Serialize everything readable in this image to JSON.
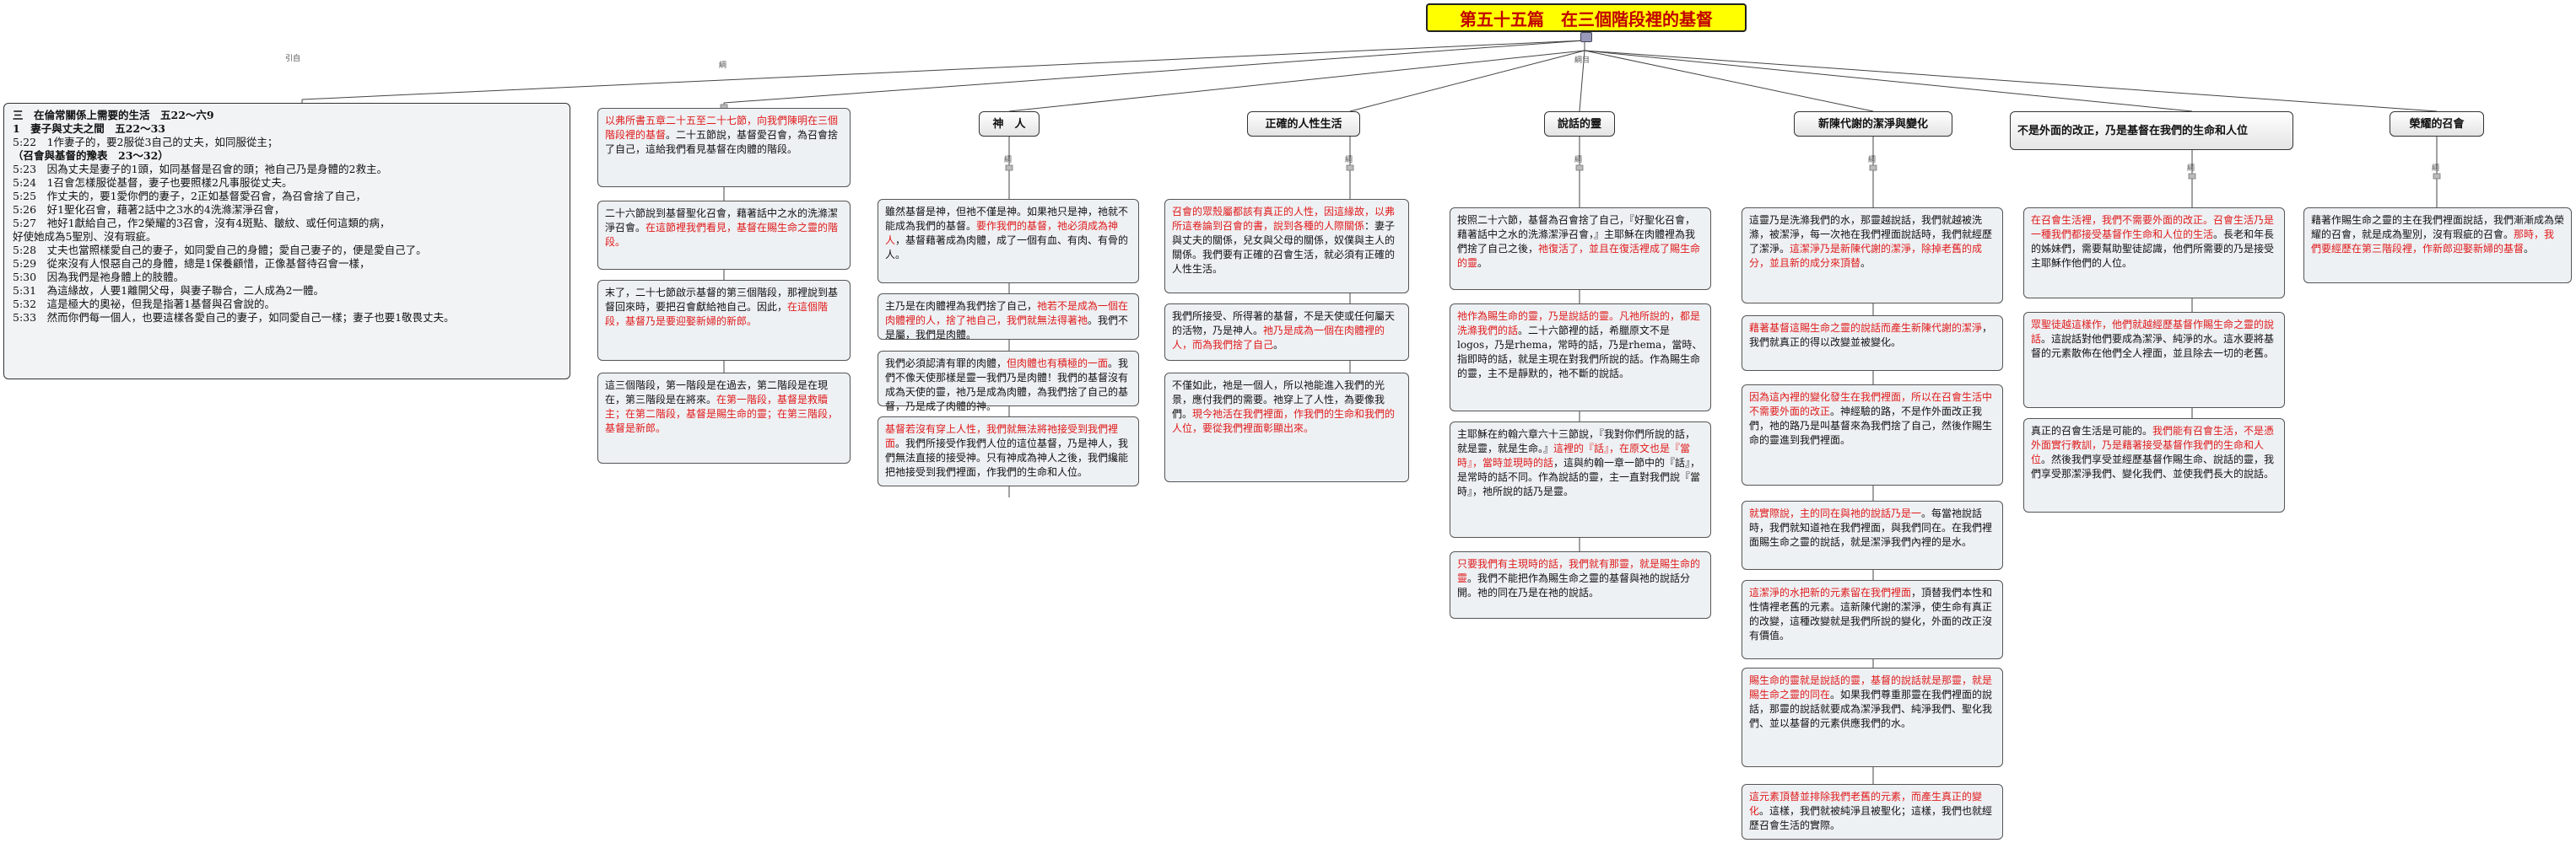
{
  "root": "第五十五篇　在三個階段裡的基督",
  "labels": {
    "intro": "引自",
    "outline": "綱",
    "main": "綱目",
    "node": "綱"
  },
  "intro_lines": [
    "三　在倫常關係上需要的生活　五22～六9",
    "1　妻子與丈夫之間　五22～33",
    "5:22　1作妻子的，要2服從3自己的丈夫，如同服從主；",
    "（召會與基督的豫表　23～32）",
    "5:23　因為丈夫是妻子的1頭，如同基督是召會的頭；祂自己乃是身體的2救主。",
    "5:24　1召會怎樣服從基督，妻子也要照樣2凡事服從丈夫。",
    "5:25　作丈夫的，要1愛你們的妻子，2正如基督愛召會，為召會捨了自己，",
    "5:26　好1聖化召會，藉著2話中之3水的4洗滌潔淨召會，",
    "5:27　祂好1獻給自己，作2榮耀的3召會，沒有4斑點、皺紋、或任何這類的病，",
    "好使她成為5聖別、沒有瑕疵。",
    "5:28　丈夫也當照樣愛自己的妻子，如同愛自己的身體；愛自己妻子的，便是愛自己了。",
    "5:29　從來沒有人恨惡自己的身體，總是1保養顧惜，正像基督待召會一樣，",
    "5:30　因為我們是祂身體上的肢體。",
    "5:31　為這緣故，人要1離開父母，與妻子聯合，二人成為2一體。",
    "5:32　這是極大的奧祕，但我是指著1基督與召會說的。",
    "5:33　然而你們每一個人，也要這樣各愛自己的妻子，如同愛自己一樣；妻子也要1敬畏丈夫。"
  ],
  "outline_col": [
    {
      "segs": [
        {
          "t": "以弗所書五章二十五至二十七節，向我們陳明在三個階段裡的基督",
          "r": true
        },
        {
          "t": "。二十五節說，基督愛召會，為召會捨了自己，這給我們看見基督在肉體的階段。"
        }
      ]
    },
    {
      "segs": [
        {
          "t": "二十六節說到基督聖化召會，藉著話中之水的洗滌潔淨召會。"
        },
        {
          "t": "在這節裡我們看見，基督在賜生命之靈的階段。",
          "r": true
        }
      ]
    },
    {
      "segs": [
        {
          "t": "末了，二十七節啟示基督的第三個階段，那裡說到基督回來時，要把召會獻給祂自己。因此，"
        },
        {
          "t": "在這個階段，基督乃是要迎娶新婦的新郎。",
          "r": true
        }
      ]
    },
    {
      "segs": [
        {
          "t": "這三個階段，第一階段是在過去，第二階段是在現在，第三階段是在將來。"
        },
        {
          "t": "在第一階段，基督是救贖主；在第二階段，基督是賜生命的靈；在第三階段，基督是新郎。",
          "r": true
        }
      ]
    }
  ],
  "headers": [
    "神　人",
    "正確的人性生活",
    "說話的靈",
    "新陳代謝的潔淨與變化",
    "不是外面的改正，乃是基督在我們的生命和人位",
    "榮耀的召會"
  ],
  "col_man": [
    {
      "segs": [
        {
          "t": "雖然基督是神，但祂不僅是神。如果祂只是神，祂就不能成為我們的基督。"
        },
        {
          "t": "要作我們的基督，祂必須成為神人",
          "r": true
        },
        {
          "t": "，基督藉著成為肉體，成了一個有血、有肉、有骨的人。"
        }
      ]
    },
    {
      "segs": [
        {
          "t": "主乃是在肉體裡為我們捨了自己，"
        },
        {
          "t": "祂若不是成為一個在肉體裡的人，捨了祂自己，我們就無法得著祂",
          "r": true
        },
        {
          "t": "。我們不是屬，我們是肉體。"
        }
      ]
    },
    {
      "segs": [
        {
          "t": "我們必須認清有罪的肉體，"
        },
        {
          "t": "但肉體也有積極的一面",
          "r": true
        },
        {
          "t": "。我們不像天使那樣是靈一我們乃是肉體！我們的基督沒有成為天使的靈，祂乃是成為肉體，為我們捨了自己的基督，乃是成了肉體的神。"
        }
      ]
    },
    {
      "segs": [
        {
          "t": "基督若沒有穿上人性，我們就無法將祂接受到我們裡面",
          "r": true
        },
        {
          "t": "。我們所接受作我們人位的這位基督，乃是神人，我們無法直接的接受神。只有神成為神人之後，我們纔能把祂接受到我們裡面，作我們的生命和人位。"
        }
      ]
    }
  ],
  "col_life": [
    {
      "segs": [
        {
          "t": "召會的眾殼屬都該有真正的人性，因這緣故，以弗所這卷論到召會的書，說到各種的人際關係",
          "r": true
        },
        {
          "t": "：妻子與丈夫的關係，兒女與父母的關係，奴僕與主人的關係。我們要有正確的召會生活，就必須有正確的人性生活。"
        }
      ]
    },
    {
      "segs": [
        {
          "t": "我們所接受、所得著的基督，不是天使或任何屬天的活物，乃是神人。"
        },
        {
          "t": "祂乃是成為一個在肉體裡的人，而為我們捨了自己",
          "r": true
        },
        {
          "t": "。"
        }
      ]
    },
    {
      "segs": [
        {
          "t": "不僅如此，祂是一個人，所以祂能進入我們的光景，應付我們的需要。祂穿上了人性，為要像我們。"
        },
        {
          "t": "現今祂活在我們裡面，作我們的生命和我們的人位，要從我們裡面彰顯出來。",
          "r": true
        }
      ]
    }
  ],
  "col_spirit": [
    {
      "segs": [
        {
          "t": "按照二十六節，基督為召會捨了自己，『好聖化召會，藉著話中之水的洗滌潔淨召會，』主耶穌在肉體裡為我們捨了自己之後，"
        },
        {
          "t": "祂復活了，並且在復活裡成了賜生命的靈",
          "r": true
        },
        {
          "t": "。"
        }
      ]
    },
    {
      "segs": [
        {
          "t": "祂作為賜生命的靈，乃是說話的靈。凡祂所說的，都是洗滌我們的話",
          "r": true
        },
        {
          "t": "。二十六節裡的話，希臘原文不是logos，乃是rhema，常時的話，乃是rhema，當時、指即時的話，就是主現在對我們所說的話。作為賜生命的靈，主不是靜默的，祂不斷的說話。"
        }
      ]
    },
    {
      "segs": [
        {
          "t": "主耶穌在約翰六章六十三節說，『我對你們所說的話，就是靈，就是生命。』"
        },
        {
          "t": "這裡的『話』，在原文也是『當時』，當時並現時的話",
          "r": true
        },
        {
          "t": "，這與約翰一章一節中的『話』，是常時的話不同。作為說話的靈，主一直對我們說『當時』，祂所說的話乃是靈。"
        }
      ]
    },
    {
      "segs": [
        {
          "t": "只要我們有主現時的話，我們就有那靈，就是賜生命的靈",
          "r": true
        },
        {
          "t": "。我們不能把作為賜生命之靈的基督與祂的說話分開。祂的同在乃是在祂的說話。"
        }
      ]
    }
  ],
  "col_metab": [
    {
      "segs": [
        {
          "t": "這靈乃是洗滌我們的水，那靈越說話，我們就越被洗滌，被潔淨，每一次祂在我們裡面說話時，我們就經歷了潔淨。"
        },
        {
          "t": "這潔淨乃是新陳代謝的潔淨，除掉老舊的成分，並且新的成分來頂替",
          "r": true
        },
        {
          "t": "。"
        }
      ]
    },
    {
      "segs": [
        {
          "t": "藉著基督這賜生命之靈的說話而產生新陳代謝的潔淨",
          "r": true
        },
        {
          "t": "，我們就真正的得以改變並被變化。"
        }
      ]
    },
    {
      "segs": [
        {
          "t": "因為這內裡的變化發生在我們裡面，所以在召會生活中不需要外面的改正",
          "r": true
        },
        {
          "t": "。神經驗的路，不是作外面改正我們，祂的路乃是叫基督來為我們捨了自己，然後作賜生命的靈進到我們裡面。"
        }
      ]
    },
    {
      "segs": [
        {
          "t": "就實際說，主的同在與祂的說話乃是一",
          "r": true
        },
        {
          "t": "。每當祂說話時，我們就知道祂在我們裡面，與我們同在。在我們裡面賜生命之靈的說話，就是潔淨我們內裡的是水。"
        }
      ]
    },
    {
      "segs": [
        {
          "t": "這潔淨的水把新的元素留在我們裡面",
          "r": true
        },
        {
          "t": "，頂替我們本性和性情裡老舊的元素。這新陳代謝的潔淨，使生命有真正的改變，這種改變就是我們所說的變化，外面的改正沒有價值。"
        }
      ]
    },
    {
      "segs": [
        {
          "t": "賜生命的靈就是說話的靈，基督的說話就是那靈，就是賜生命之靈的同在",
          "r": true
        },
        {
          "t": "。如果我們尊重那靈在我們裡面的說話，那靈的說話就要成為潔淨我們、純淨我們、聖化我們、並以基督的元素供應我們的水。"
        }
      ]
    },
    {
      "segs": [
        {
          "t": "這元素頂替並排除我們老舊的元素，而產生真正的變化",
          "r": true
        },
        {
          "t": "。這樣，我們就被純淨且被聖化；這樣，我們也就經歷召會生活的實際。"
        }
      ]
    }
  ],
  "col_notcorr": [
    {
      "segs": [
        {
          "t": "在召會生活裡，我們不需要外面的改正。召會生活乃是一種我們都接受基督作生命和人位的生活",
          "r": true
        },
        {
          "t": "。長老和年長的姊妹們，需要幫助聖徒認識，他們所需要的乃是接受主耶穌作他們的人位。"
        }
      ]
    },
    {
      "segs": [
        {
          "t": "眾聖徒越這樣作，他們就越經歷基督作賜生命之靈的說話",
          "r": true
        },
        {
          "t": "。這說話對他們要成為潔淨、純淨的水。這水要將基督的元素散佈在他們全人裡面，並且除去一切的老舊。"
        }
      ]
    },
    {
      "segs": [
        {
          "t": "真正的召會生活是可能的。"
        },
        {
          "t": "我們能有召會生活，不是憑外面實行教訓，乃是藉著接受基督作我們的生命和人位",
          "r": true
        },
        {
          "t": "。然後我們享受並經歷基督作賜生命、說話的靈，我們享受那潔淨我們、變化我們、並使我們長大的說話。"
        }
      ]
    }
  ],
  "col_glory": [
    {
      "segs": [
        {
          "t": "藉著作賜生命之靈的主在我們裡面說話，我們漸漸成為榮耀的召會，就是成為聖別，沒有瑕疵的召會。"
        },
        {
          "t": "那時，我們要經歷在第三階段裡，作新郎迎娶新婦的基督",
          "r": true
        },
        {
          "t": "。"
        }
      ]
    }
  ]
}
